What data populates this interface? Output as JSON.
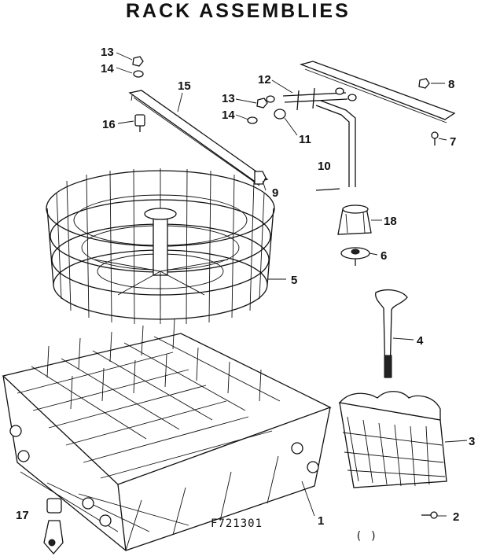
{
  "title": "RACK ASSEMBLIES",
  "drawing_code": "F721301",
  "page_mark": "( )",
  "callouts": {
    "c1": "1",
    "c2": "2",
    "c3": "3",
    "c4": "4",
    "c5": "5",
    "c6": "6",
    "c7": "7",
    "c8": "8",
    "c9": "9",
    "c10": "10",
    "c11": "11",
    "c12": "12",
    "c13a": "13",
    "c13b": "13",
    "c14a": "14",
    "c14b": "14",
    "c15": "15",
    "c16": "16",
    "c17": "17",
    "c18": "18"
  }
}
